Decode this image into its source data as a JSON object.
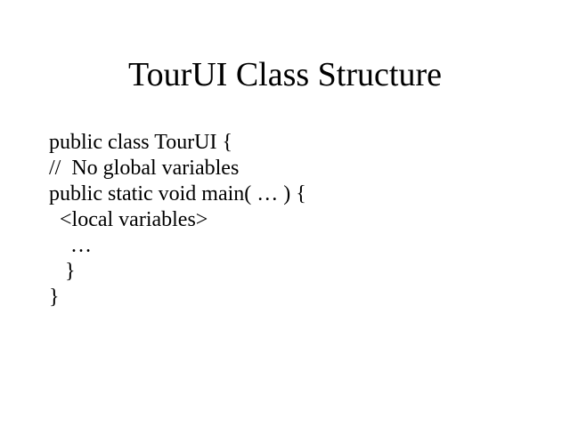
{
  "slide": {
    "title": "TourUI Class Structure",
    "lines": [
      "public class TourUI {",
      "//  No global variables",
      "public static void main( … ) {",
      "  <local variables>",
      "    …",
      "   }",
      "}"
    ]
  }
}
